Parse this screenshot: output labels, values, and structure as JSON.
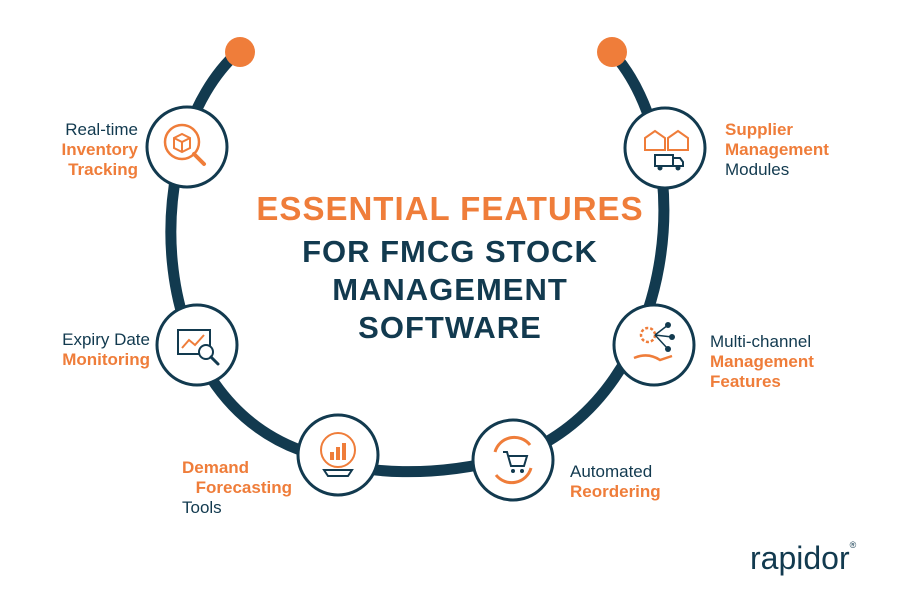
{
  "title": {
    "line1": "ESSENTIAL FEATURES",
    "line2": "FOR FMCG STOCK",
    "line3": "MANAGEMENT",
    "line4": "SOFTWARE"
  },
  "features": [
    {
      "id": "inventory",
      "line1": "Real-time",
      "line2": "Inventory",
      "line3": "Tracking",
      "icon": "box-search-icon"
    },
    {
      "id": "expiry",
      "line1": "Expiry Date",
      "line2": "Monitoring",
      "icon": "chart-magnifier-icon"
    },
    {
      "id": "demand",
      "line1": "Demand",
      "line2": "Forecasting",
      "line3": "Tools",
      "icon": "crystal-ball-chart-icon"
    },
    {
      "id": "reorder",
      "line1": "Automated",
      "line2": "Reordering",
      "icon": "cart-cycle-icon"
    },
    {
      "id": "multichannel",
      "line1": "Multi-channel",
      "line2": "Management",
      "line3": "Features",
      "icon": "hand-gear-network-icon"
    },
    {
      "id": "supplier",
      "line1": "Supplier",
      "line2": "Management",
      "line3": "Modules",
      "icon": "warehouse-truck-icon"
    }
  ],
  "logo": {
    "text": "rapidor",
    "mark": "®"
  },
  "colors": {
    "navy": "#123a4f",
    "orange": "#ef7d3a"
  }
}
